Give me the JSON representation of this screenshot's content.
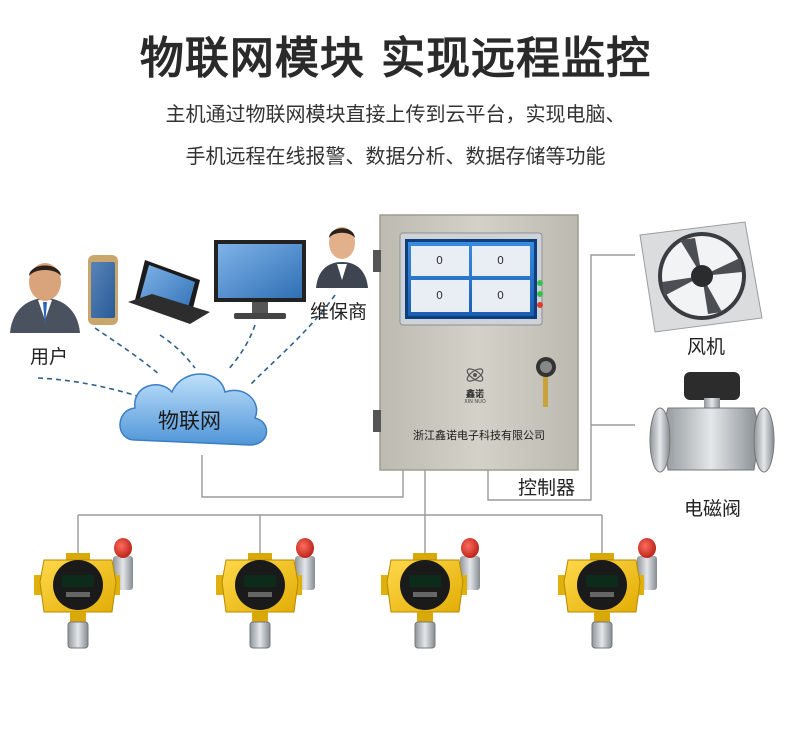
{
  "header": {
    "title": "物联网模块 实现远程监控",
    "subtitle_line1": "主机通过物联网模块直接上传到云平台，实现电脑、",
    "subtitle_line2": "手机远程在线报警、数据分析、数据存储等功能"
  },
  "nodes": {
    "user": "用户",
    "maintainer": "维保商",
    "cloud": "物联网",
    "controller": "控制器",
    "fan": "风机",
    "valve": "电磁阀"
  },
  "controller_panel": {
    "company": "浙江鑫诺电子科技有限公司",
    "brand_cn": "鑫诺",
    "brand_en": "XIN NUO",
    "screen_readings": [
      "0",
      "0",
      "0",
      "0"
    ]
  },
  "colors": {
    "cabinet": "#c9c7bd",
    "detector_yellow": "#f2c21b",
    "cloud_blue": "#5ea6e6",
    "dashed_line": "#2f5f8a",
    "wire": "#9a9a9a"
  }
}
